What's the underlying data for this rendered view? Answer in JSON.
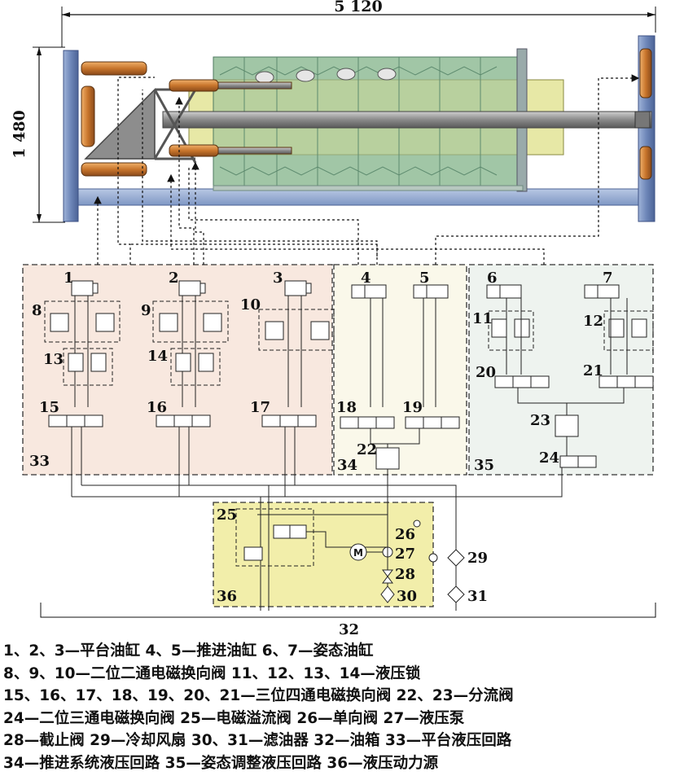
{
  "dimensions": {
    "length": "5 120",
    "height": "1 480"
  },
  "component_numbers": [
    "1",
    "2",
    "3",
    "4",
    "5",
    "6",
    "7",
    "8",
    "9",
    "10",
    "11",
    "12",
    "13",
    "14",
    "15",
    "16",
    "17",
    "18",
    "19",
    "20",
    "21",
    "22",
    "23",
    "24",
    "25",
    "26",
    "27",
    "28",
    "29",
    "30",
    "31",
    "32",
    "33",
    "34",
    "35",
    "36"
  ],
  "circuit_labels": {
    "platform": "33",
    "propulsion": "34",
    "attitude": "35",
    "power": "36",
    "tank": "32"
  },
  "motor_symbol": "M",
  "legend": [
    "1、2、3—平台油缸  4、5—推进油缸  6、7—姿态油缸",
    "8、9、10—二位二通电磁换向阀  11、12、13、14—液压锁",
    "15、16、17、18、19、20、21—三位四通电磁换向阀  22、23—分流阀",
    "24—二位三通电磁换向阀  25—电磁溢流阀  26—单向阀  27—液压泵",
    "28—截止阀  29—冷却风扇  30、31—滤油器  32—油箱  33—平台液压回路",
    "34—推进系统液压回路  35—姿态调整液压回路  36—液压动力源"
  ],
  "colors": {
    "platform_bg": "#f8e8df",
    "propulsion_bg": "#faf8ea",
    "attitude_bg": "#eef3ef",
    "power_bg": "#f2eeaa",
    "frame_blue": "#7b93c2",
    "cylinder_orange": "#d2893c",
    "tank_green": "#9cc3a2",
    "tank_yellow": "#e3e497"
  }
}
